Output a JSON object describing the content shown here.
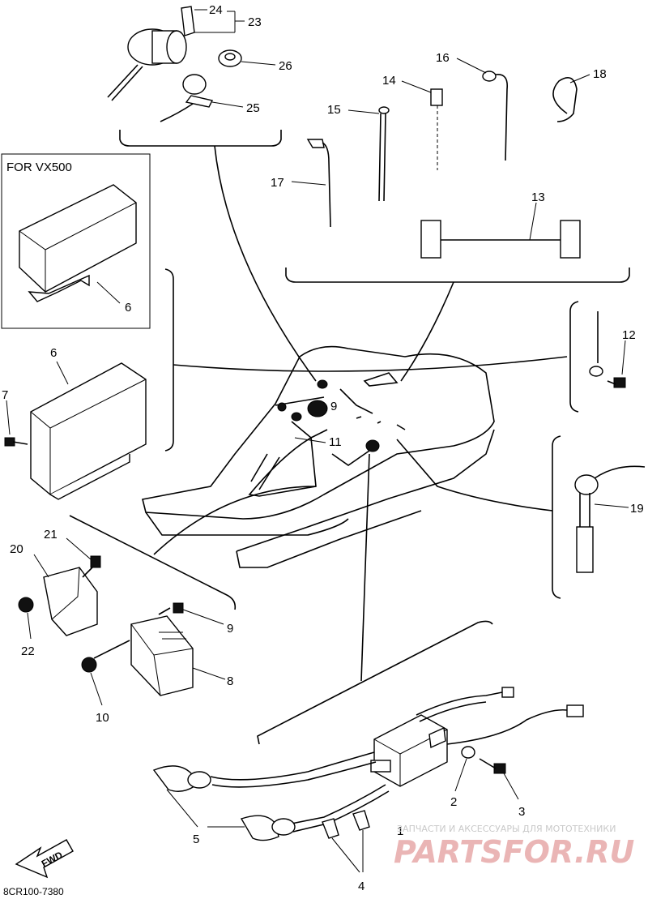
{
  "diagram": {
    "box_title": "FOR VX500",
    "code": "8CR100-7380",
    "fwd": "FWD",
    "watermark_top": "ЗАПЧАСТИ И АКСЕССУАРЫ ДЛЯ МОТОТЕХНИКИ",
    "watermark_main": "PARTSFOR.RU",
    "labels": {
      "n1": "1",
      "n2": "2",
      "n3": "3",
      "n4": "4",
      "n5": "5",
      "n6a": "6",
      "n6b": "6",
      "n7": "7",
      "n8": "8",
      "n9a": "9",
      "n9b": "9",
      "n10": "10",
      "n11": "11",
      "n12": "12",
      "n13": "13",
      "n14": "14",
      "n15": "15",
      "n16": "16",
      "n17": "17",
      "n18": "18",
      "n19": "19",
      "n20": "20",
      "n21": "21",
      "n22": "22",
      "n23": "23",
      "n24": "24",
      "n25": "25",
      "n26": "26"
    }
  }
}
